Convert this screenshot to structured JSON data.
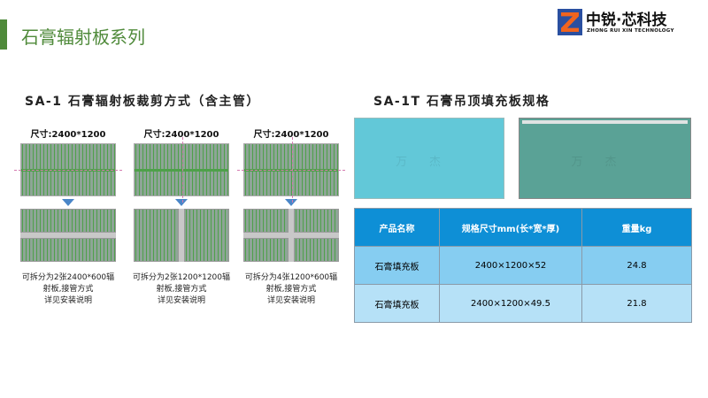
{
  "title": "石膏辐射板系列",
  "logo": {
    "name_cn": "中锐·芯科技",
    "name_en": "ZHONG RUI XIN TECHNOLOGY"
  },
  "left_heading": "SA-1 石膏辐射板裁剪方式（含主管）",
  "right_heading": "SA-1T 石膏吊顶填充板规格",
  "diagrams": [
    {
      "size": "尺寸:2400*1200",
      "caption": [
        "可拆分为2张2400*600辐",
        "射板,接管方式",
        "详见安装说明"
      ]
    },
    {
      "size": "尺寸:2400*1200",
      "caption": [
        "可拆分为2张1200*1200辐",
        "射板,接管方式",
        "详见安装说明"
      ]
    },
    {
      "size": "尺寸:2400*1200",
      "caption": [
        "可拆分为4张1200*600辐",
        "射板,接管方式",
        "详见安装说明"
      ]
    }
  ],
  "watermark": "万杰",
  "table": {
    "headers": [
      "产品名称",
      "规格尺寸mm(长*宽*厚)",
      "重量kg"
    ],
    "rows": [
      [
        "石膏填充板",
        "2400×1200×52",
        "24.8"
      ],
      [
        "石膏填充板",
        "2400×1200×49.5",
        "21.8"
      ]
    ]
  }
}
